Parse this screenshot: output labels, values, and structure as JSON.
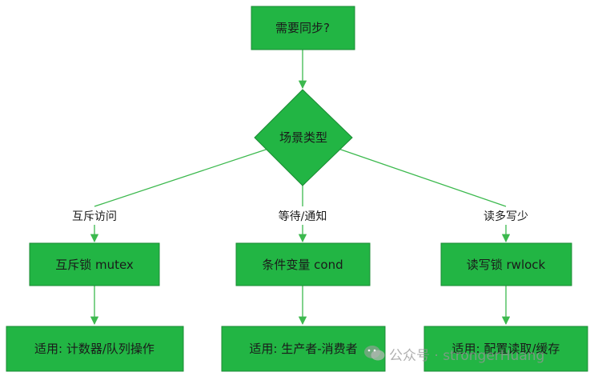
{
  "colors": {
    "node_fill": "#22b544",
    "node_stroke": "#1a8a33",
    "edge": "#3cb94e",
    "text": "#1a1a1a"
  },
  "nodes": {
    "start": "需要同步?",
    "decision": "场景类型",
    "mutex": "互斥锁 mutex",
    "cond": "条件变量 cond",
    "rwlock": "读写锁 rwlock",
    "use_mutex": "适用: 计数器/队列操作",
    "use_cond": "适用: 生产者-消费者",
    "use_rwlock": "适用: 配置读取/缓存"
  },
  "edges": {
    "left": "互斥访问",
    "middle": "等待/通知",
    "right": "读多写少"
  },
  "watermark": {
    "text": "公众号 · strongerHuang",
    "icon": "wechat-icon"
  }
}
